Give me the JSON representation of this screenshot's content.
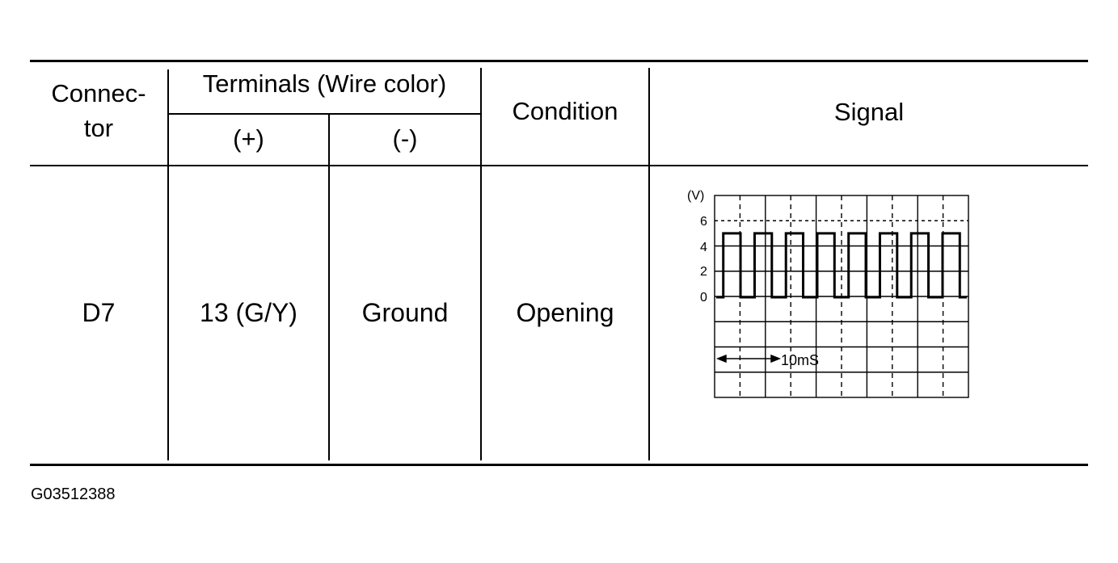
{
  "table": {
    "headers": {
      "connector": [
        "Connec-",
        "tor"
      ],
      "terminals": "Terminals (Wire color)",
      "plus": "(+)",
      "minus": "(-)",
      "condition": "Condition",
      "signal": "Signal"
    },
    "row": {
      "connector": "D7",
      "plus": "13 (G/Y)",
      "minus": "Ground",
      "condition": "Opening"
    }
  },
  "waveform": {
    "y_unit": "(V)",
    "y_ticks": [
      "6",
      "4",
      "2",
      "0"
    ],
    "time_label": "10mS",
    "low_level_v": 0,
    "high_level_v": 5,
    "pulse_count": 8
  },
  "figure_id": "G03512388"
}
